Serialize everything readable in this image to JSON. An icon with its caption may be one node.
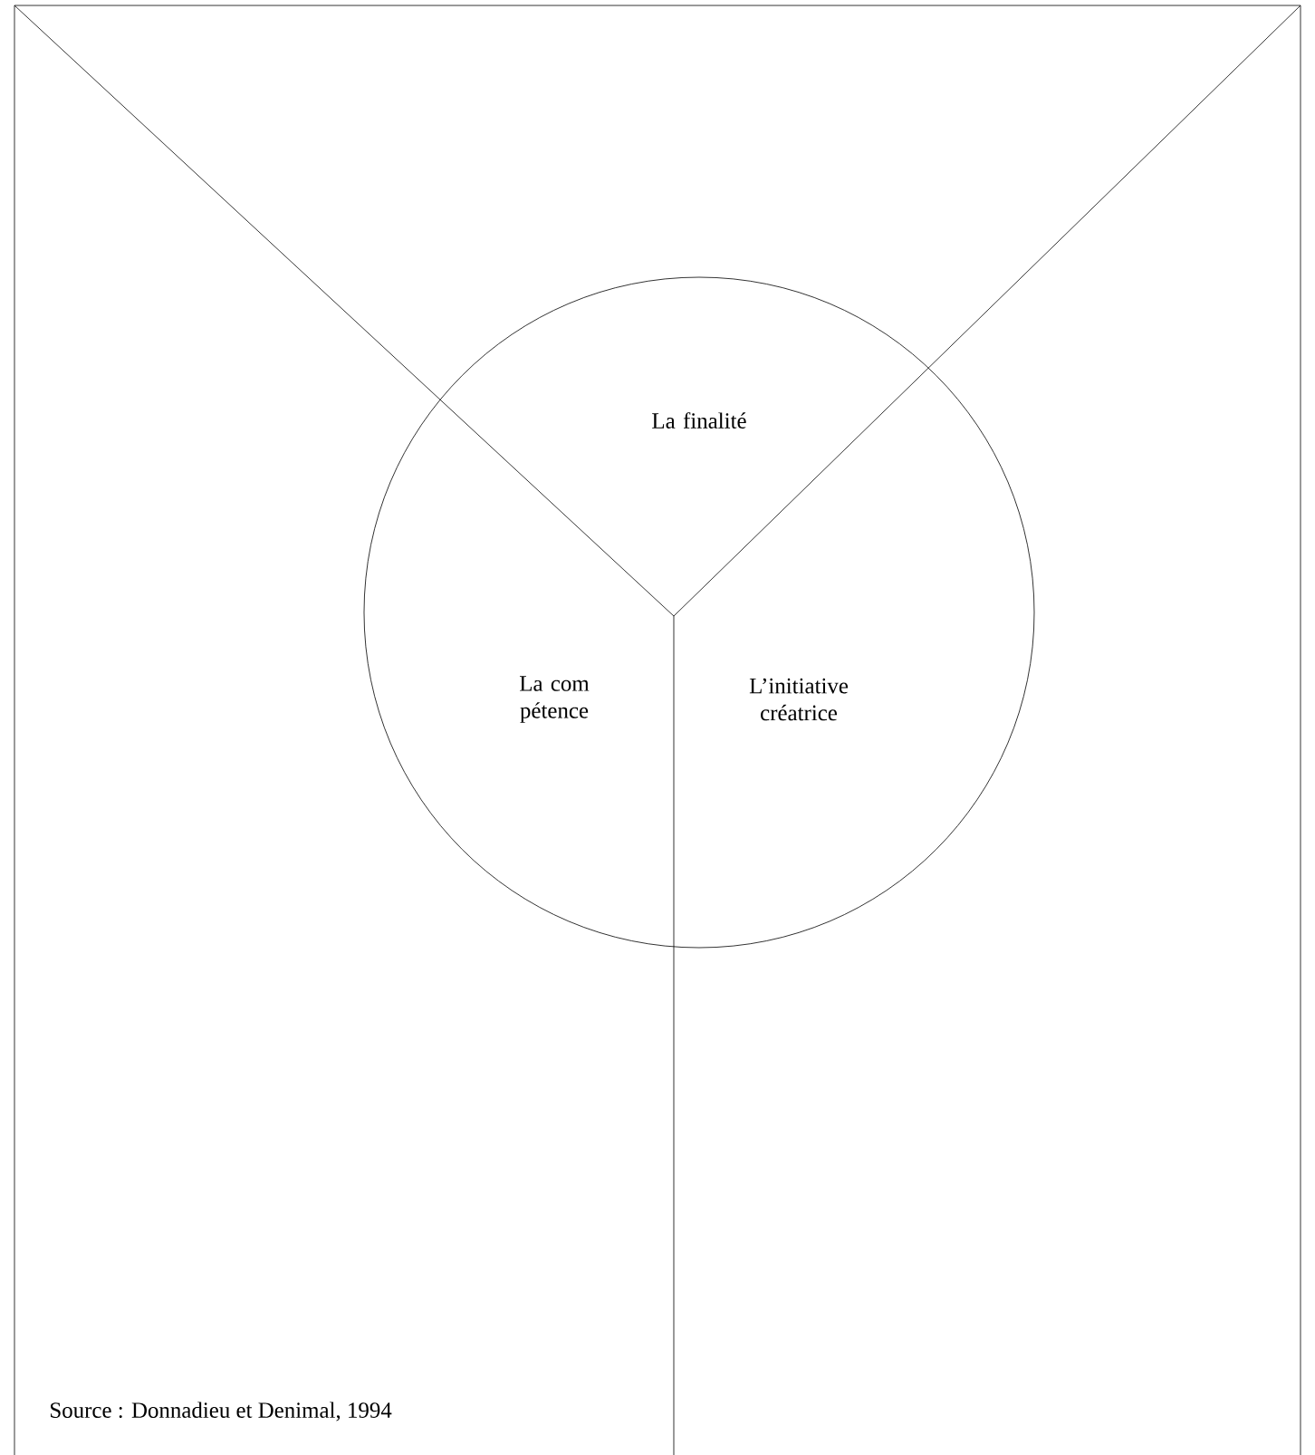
{
  "diagram": {
    "caption": "Source : Donnadieu et Denimal, 1994",
    "nodes": [
      {
        "text": [
          "La finalité",
          "La com pétence",
          "L’initiative créatrice"
        ]
      }
    ]
  }
}
